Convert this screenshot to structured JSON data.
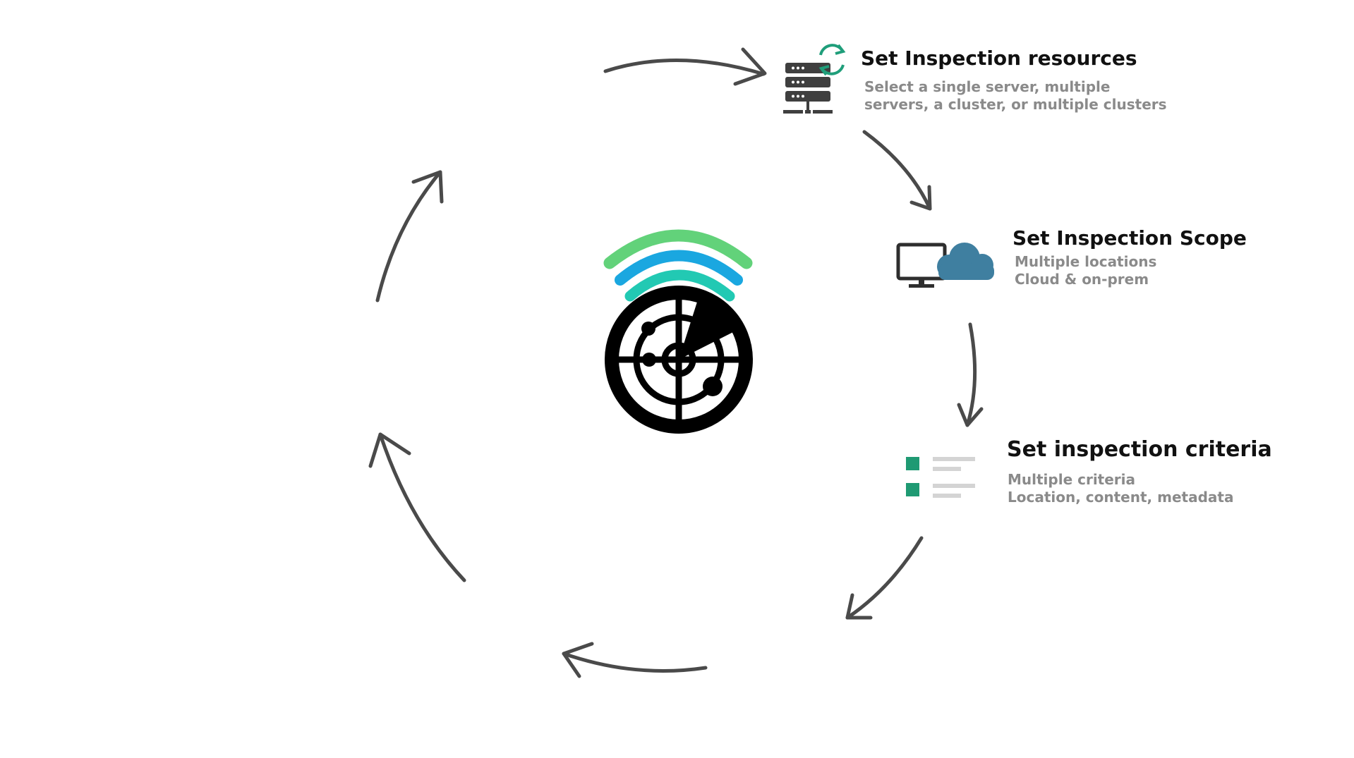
{
  "colors": {
    "arrow": "#4a4a4a",
    "title_text": "#111111",
    "subtitle_text": "#8a8a8a",
    "radar": "#000000",
    "wave_outer": "#62d27a",
    "wave_middle": "#1aa7e0",
    "wave_inner": "#22c9b3",
    "server": "#3f3f3f",
    "refresh_arrows": "#1f9e7a",
    "monitor": "#2e2e2e",
    "cloud": "#3f7fa0",
    "checkbox": "#1f9a73",
    "list_lines": "#d4d4d4"
  },
  "center_icon": "radar-icon",
  "steps": [
    {
      "icon": "server-sync-icon",
      "title": "Set Inspection resources",
      "subtitle_lines": [
        "Select a single server, multiple",
        "servers, a cluster, or multiple clusters"
      ]
    },
    {
      "icon": "monitor-cloud-icon",
      "title": "Set Inspection Scope",
      "subtitle_lines": [
        "Multiple locations",
        "Cloud & on-prem"
      ]
    },
    {
      "icon": "checklist-icon",
      "title": "Set inspection criteria",
      "subtitle_lines": [
        "Multiple criteria",
        "Location, content, metadata"
      ]
    }
  ]
}
